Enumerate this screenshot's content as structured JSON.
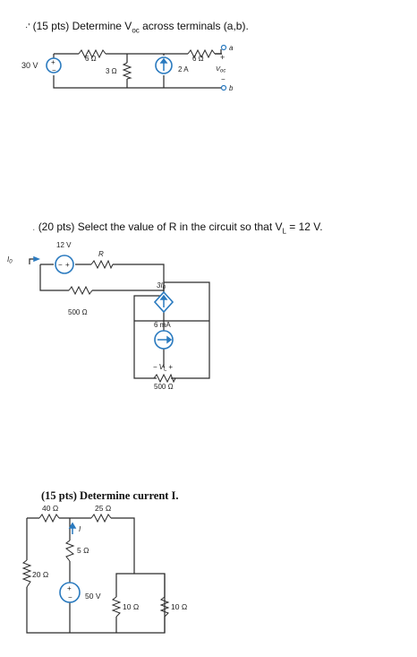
{
  "problem1": {
    "marker": "·'",
    "title": "(15 pts) Determine V",
    "title_sub": "oc",
    "title_rest": " across terminals (a,b).",
    "source_v": "30 V",
    "r1": "6 Ω",
    "r2": "3 Ω",
    "r3": "6 Ω",
    "source_i": "2 A",
    "term_a": "a",
    "term_b": "b",
    "plus": "+",
    "minus": "−",
    "voc": "V",
    "voc_sub": "oc"
  },
  "problem2": {
    "marker": ".",
    "title": "(20 pts) Select the value of R in the circuit so that V",
    "title_sub": "L",
    "title_rest": " = 12 V.",
    "source_v": "12 V",
    "r": "R",
    "io": "I",
    "io_sub": "0",
    "r500a": "500 Ω",
    "dep_source": "3I",
    "dep_sub": "0",
    "i_source": "6 mA",
    "vl_minus": "−",
    "vl": "V",
    "vl_sub": "L",
    "vl_plus": "+",
    "r500b": "500 Ω"
  },
  "problem3": {
    "title": "(15 pts) Determine current I.",
    "r40": "40 Ω",
    "r25": "25 Ω",
    "current": "I",
    "r5": "5 Ω",
    "r20": "20 Ω",
    "source_v": "50 V",
    "r10a": "10 Ω",
    "r10b": "10 Ω"
  }
}
